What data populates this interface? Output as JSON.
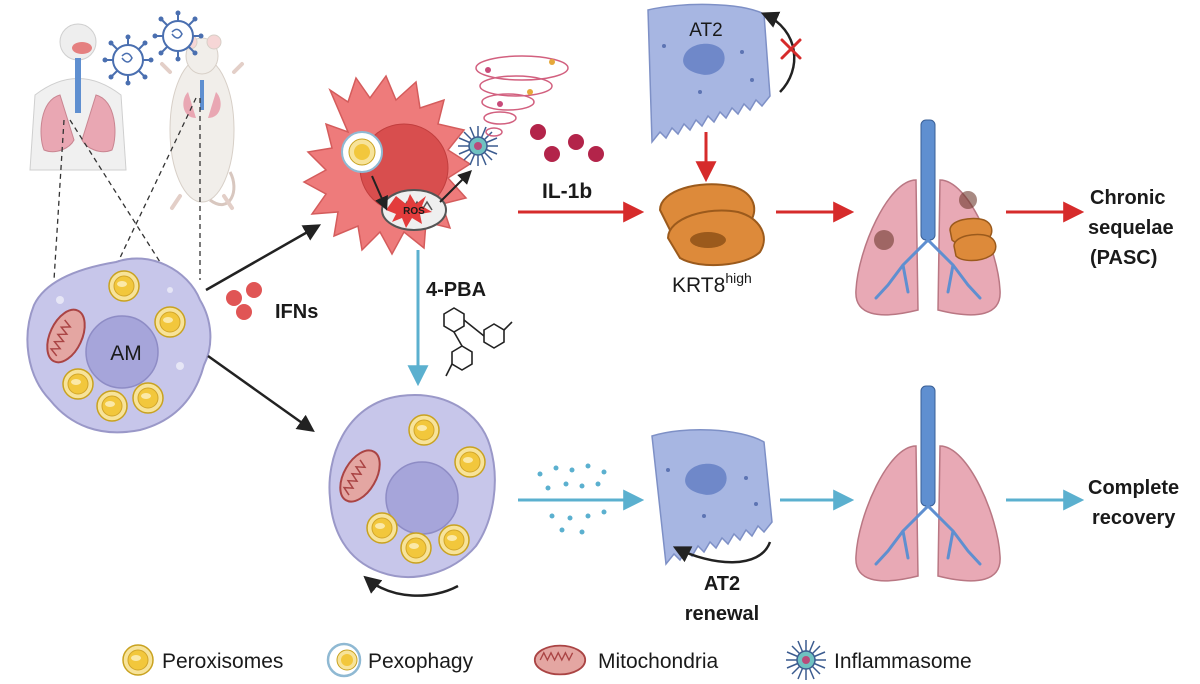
{
  "labels": {
    "am": "AM",
    "ifns": "IFNs",
    "pba": "4-PBA",
    "il1b": "IL-1b",
    "at2_top": "AT2",
    "ros": "ROS",
    "krt8": "KRT8",
    "krt8_sup": "high",
    "chronic_line1": "Chronic",
    "chronic_line2": "sequelae",
    "chronic_line3": "(PASC)",
    "complete_line1": "Complete",
    "complete_line2": "recovery",
    "renewal_line1": "AT2",
    "renewal_line2": "renewal"
  },
  "legend": {
    "peroxisomes": "Peroxisomes",
    "pexophagy": "Pexophagy",
    "mitochondria": "Mitochondria",
    "inflammasome": "Inflammasome"
  },
  "colors": {
    "red_arrow": "#d62b2b",
    "blue_arrow": "#5bb0cf",
    "am_cell": "#c7c6ea",
    "inflamed_cell": "#ee7b7b",
    "at2_cell": "#a7b6e2",
    "peroxisome": "#f2c73c",
    "krt8_cell": "#dd8a3a",
    "lung_pink": "#e8a9b5"
  },
  "icons": [
    "virus-icon",
    "human-figure-icon",
    "mouse-figure-icon",
    "lung-icon",
    "molecule-icon",
    "blocked-x-icon"
  ]
}
